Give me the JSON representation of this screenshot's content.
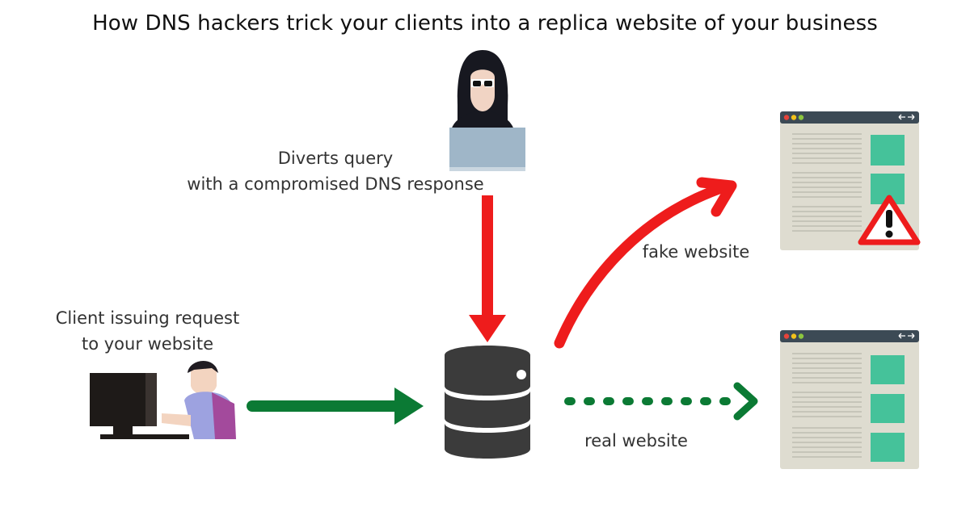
{
  "title": "How DNS hackers trick your clients into a replica website of your business",
  "hacker": {
    "icon": "hacker-icon",
    "caption_line1": "Diverts query",
    "caption_line2": "with a compromised DNS response"
  },
  "client": {
    "icon": "user-at-computer-icon",
    "caption_line1": "Client issuing request",
    "caption_line2": "to your website"
  },
  "dns_server": {
    "icon": "database-server-icon"
  },
  "fake_site": {
    "label": "fake website",
    "icon": "browser-window-icon",
    "warning_icon": "warning-triangle-icon"
  },
  "real_site": {
    "label": "real website",
    "icon": "browser-window-icon"
  },
  "colors": {
    "red_arrow": "#ee1c1c",
    "green_arrow": "#0b7a34",
    "server": "#3b3b3b",
    "browser_bar": "#3c4a55",
    "browser_body": "#dedcd0",
    "browser_block": "#45c29a",
    "hacker_laptop": "#9fb6c8"
  }
}
